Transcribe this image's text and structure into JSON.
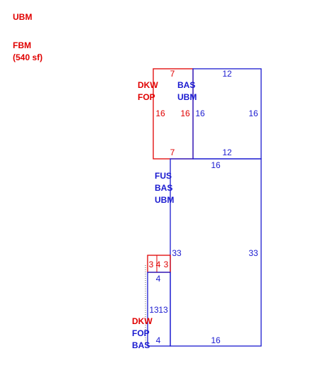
{
  "legend": {
    "ubm": "UBM",
    "fbm_line1": "FBM",
    "fbm_line2": "(540 sf)"
  },
  "colors": {
    "red": "#e00000",
    "blue": "#1a1ad0"
  },
  "areas": {
    "dkw_fop_top": {
      "code1": "DKW",
      "code2": "FOP",
      "dims": {
        "top": "7",
        "bottom": "7",
        "left": "16",
        "right": "16"
      }
    },
    "bas_ubm": {
      "code1": "BAS",
      "code2": "UBM",
      "dims": {
        "top": "12",
        "bottom": "12",
        "left": "16",
        "right": "16"
      }
    },
    "fus_bas_ubm": {
      "code1": "FUS",
      "code2": "BAS",
      "code3": "UBM",
      "dims": {
        "top": "16",
        "bottom": "16",
        "left": "33",
        "right": "33"
      }
    },
    "small_red": {
      "dims": {
        "left": "3",
        "mid": "4",
        "right": "3"
      }
    },
    "small_blue": {
      "dims": {
        "top": "4",
        "bottom": "4",
        "left": "13",
        "right": "13"
      }
    },
    "dkw_fop_bas_bottom": {
      "code1": "DKW",
      "code2": "FOP",
      "code3": "BAS"
    }
  }
}
